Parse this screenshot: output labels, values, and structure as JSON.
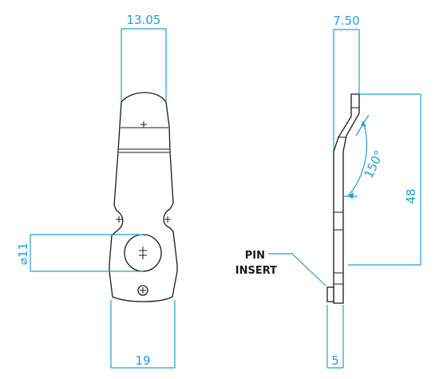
{
  "dimensions": {
    "front_top_width": "13.05",
    "hole_diameter": "⌀11",
    "front_bottom_width": "19",
    "side_top_thickness": "7.50",
    "bend_angle": "150°",
    "side_height": "48",
    "pin_width": "5"
  },
  "callout": {
    "line1": "PIN",
    "line2": "INSERT"
  },
  "colors": {
    "dimension": "#1e9fd8",
    "outline": "#1a1a1a"
  }
}
